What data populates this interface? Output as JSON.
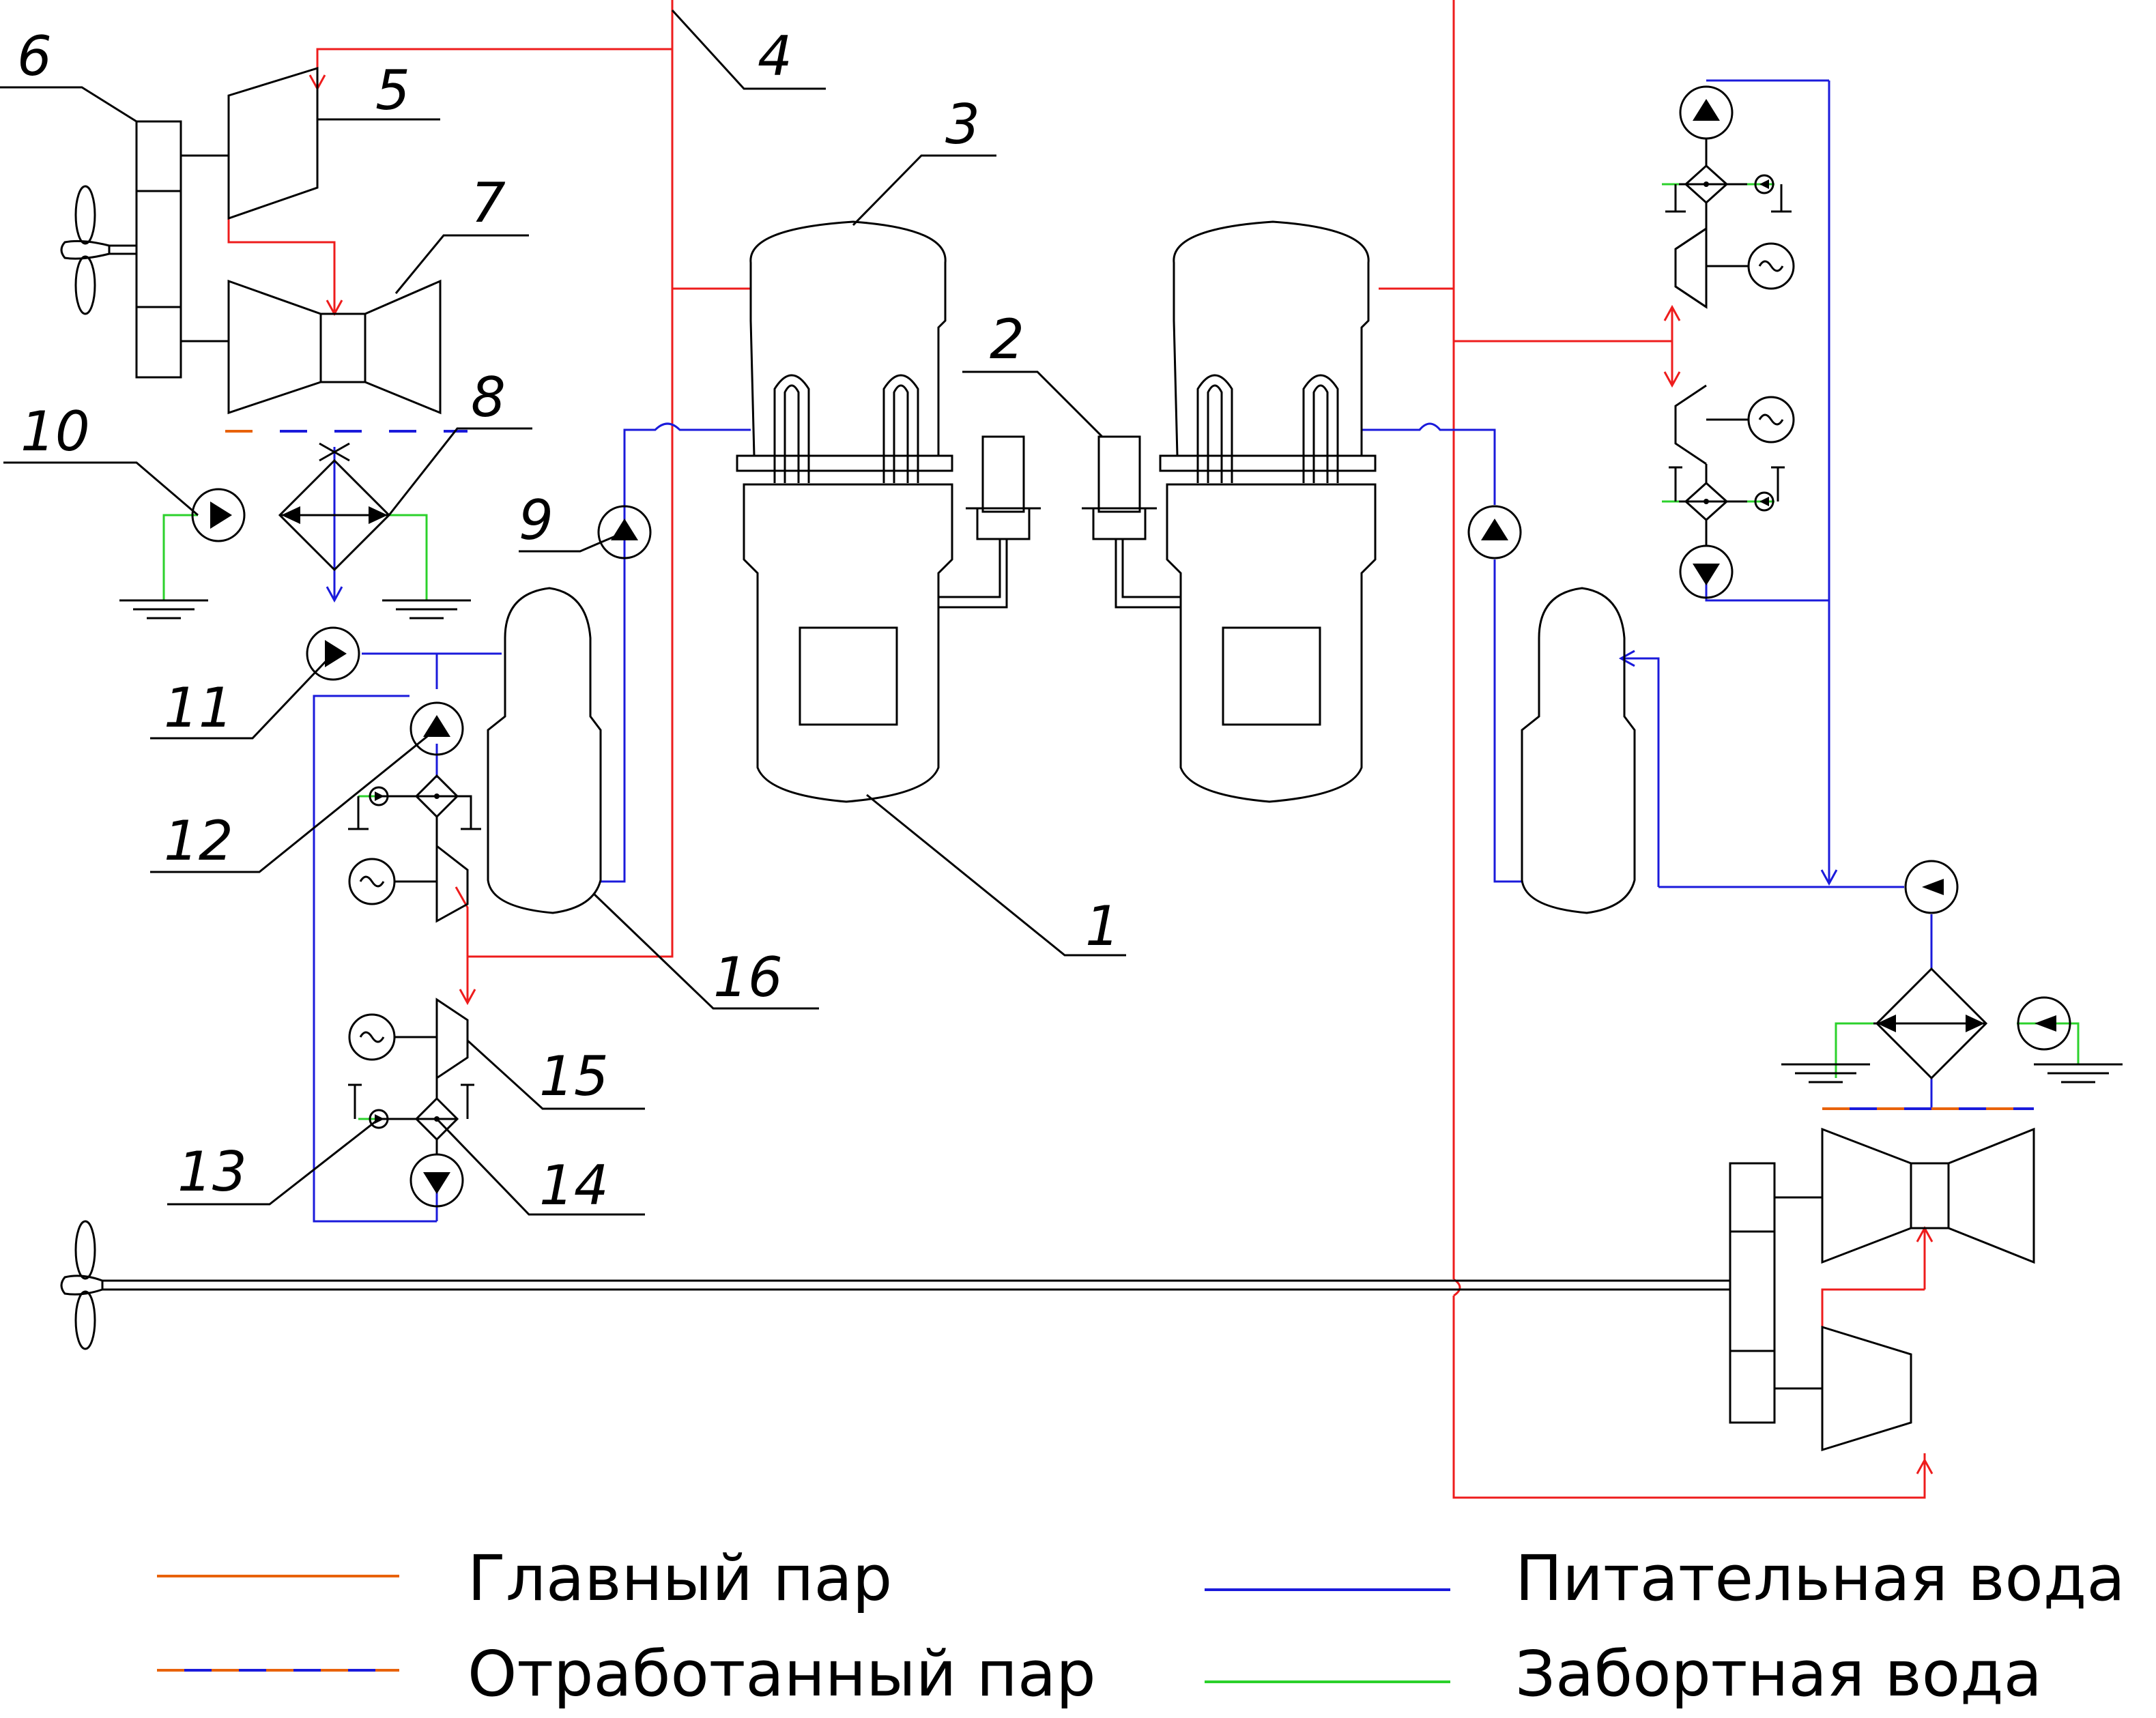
{
  "colors": {
    "main_steam": "#e8620a",
    "exhaust_steam_a": "#e8620a",
    "exhaust_steam_b": "#1a1adb",
    "feed_water": "#1a1adb",
    "sea_water": "#2bd12b",
    "live_steam_line": "#ee1c1c",
    "outline": "#000000"
  },
  "labels": {
    "n1": "1",
    "n2": "2",
    "n3": "3",
    "n4": "4",
    "n5": "5",
    "n6": "6",
    "n7": "7",
    "n8": "8",
    "n9": "9",
    "n10": "10",
    "n11": "11",
    "n12": "12",
    "n13": "13",
    "n14": "14",
    "n15": "15",
    "n16": "16"
  },
  "legend": {
    "main_steam": "Главный пар",
    "exhaust_steam": "Отработанный пар",
    "feed_water": "Питательная вода",
    "sea_water": "Забортная вода"
  },
  "icons": [
    "pump-icon",
    "heat-exchanger-icon",
    "generator-icon",
    "turbine-icon",
    "propeller-icon",
    "ground-icon"
  ]
}
